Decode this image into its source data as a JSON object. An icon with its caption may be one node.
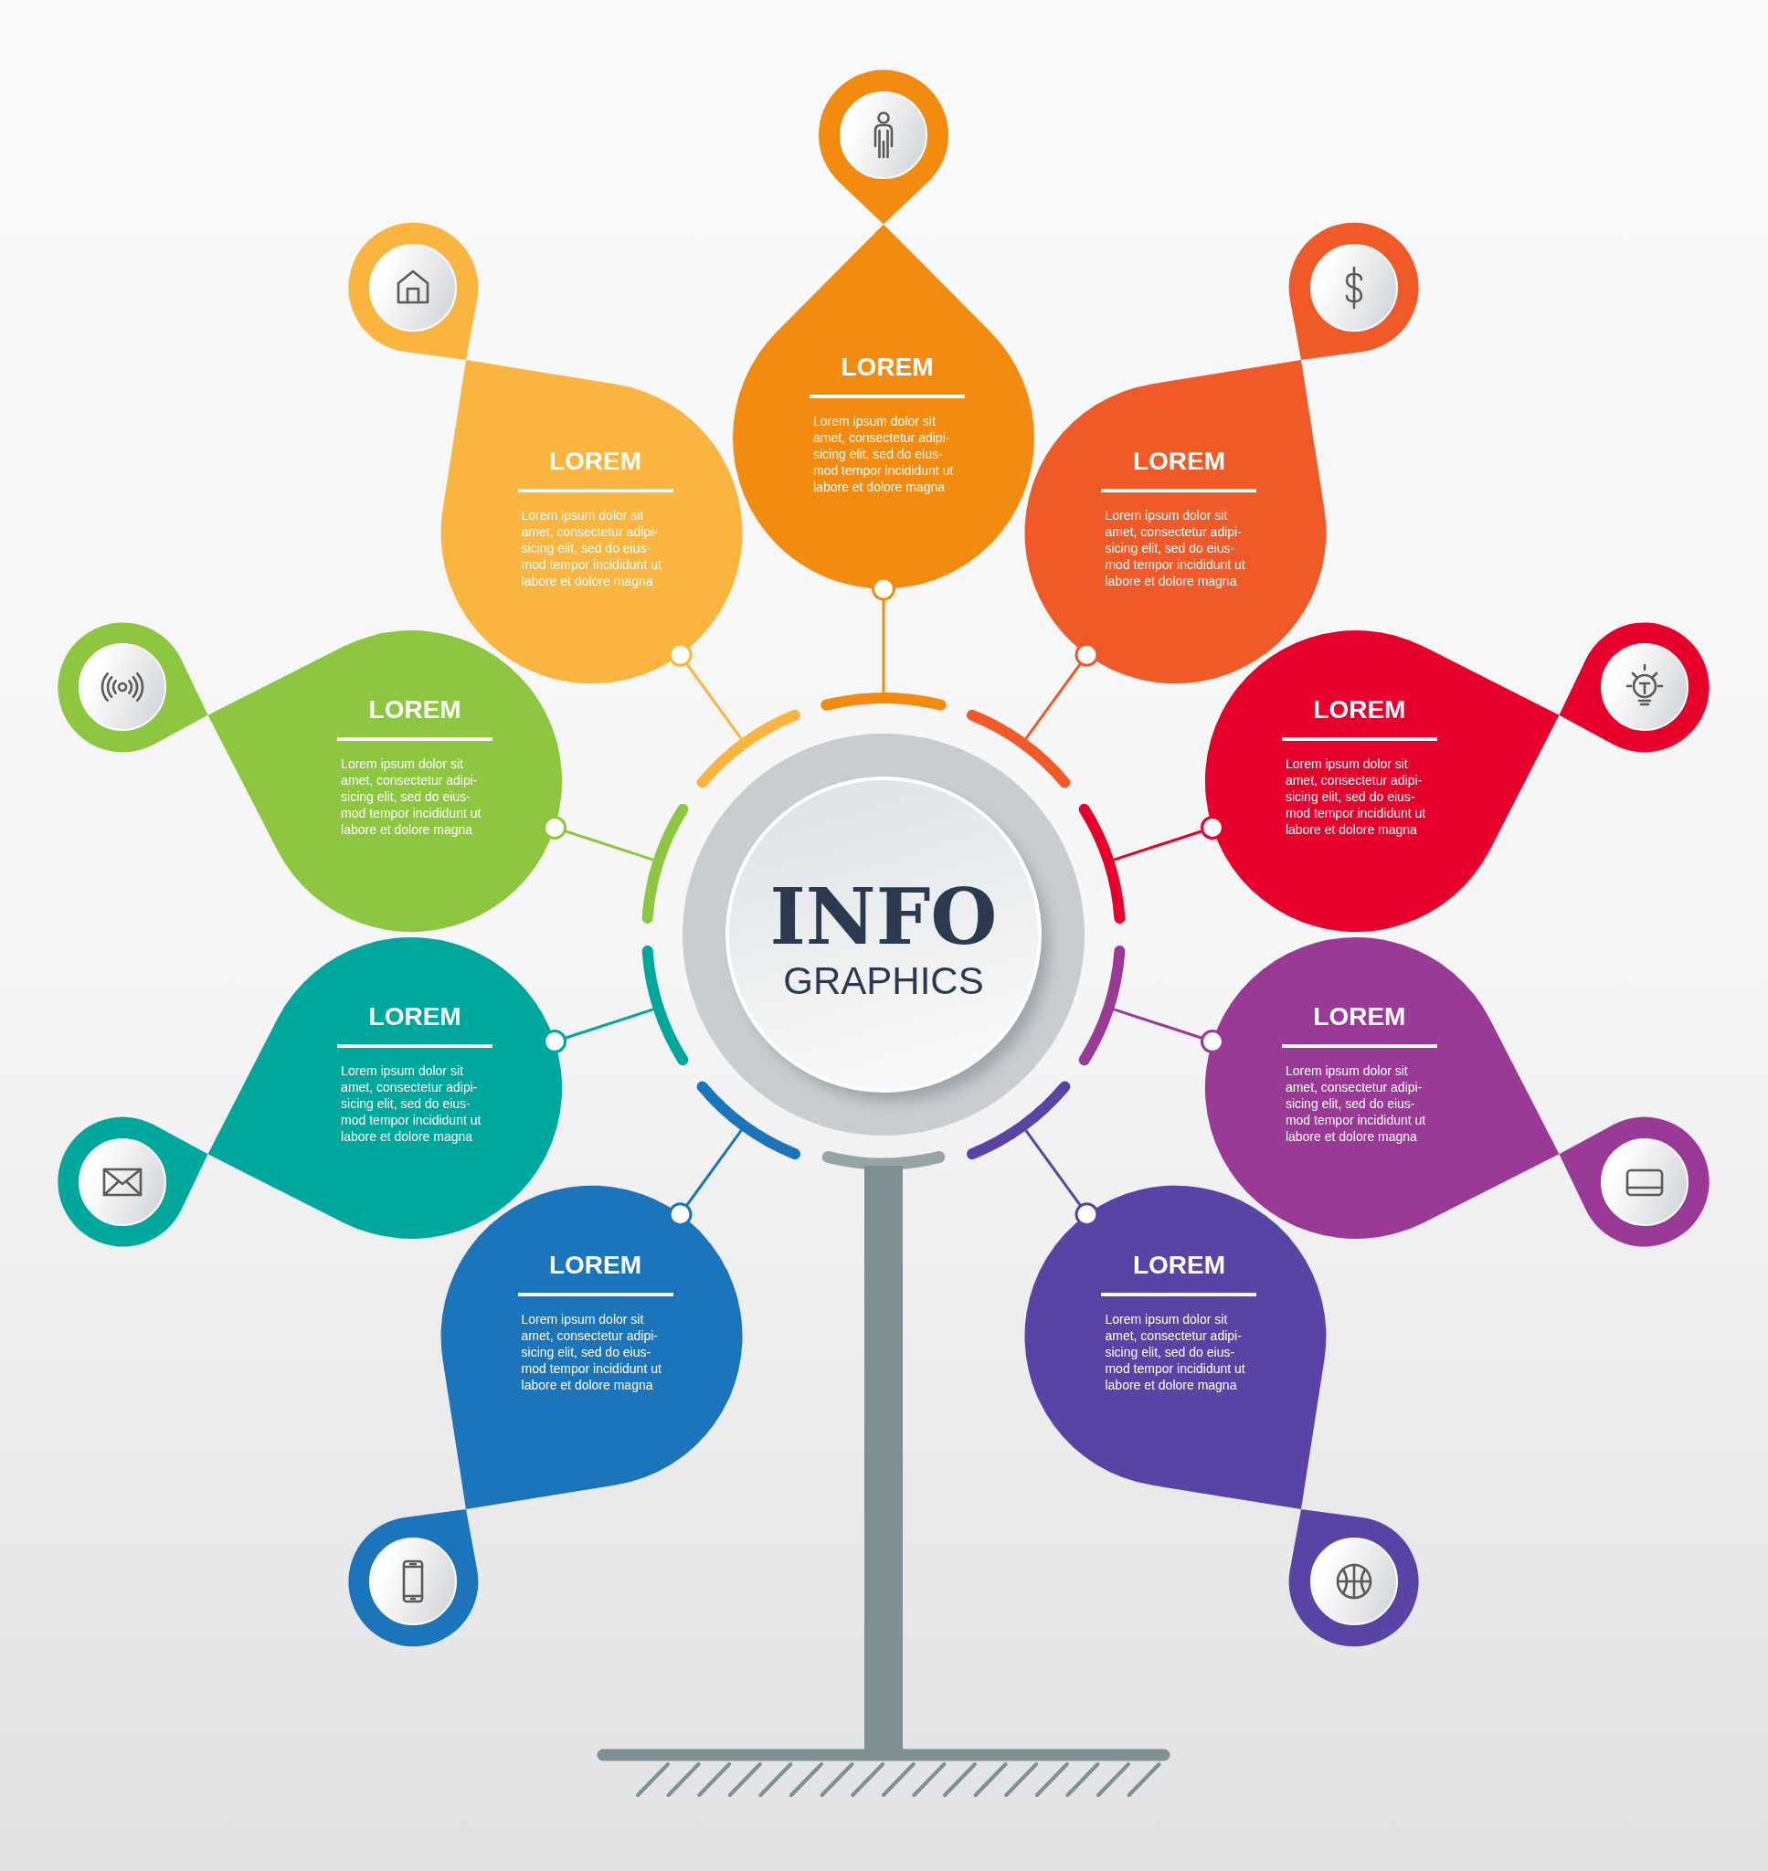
{
  "diagram": {
    "nodes": [
      {
        "text": [
          "INFO",
          "GRAPHICS"
        ]
      },
      {
        "text": [
          "LOREM",
          "Lorem ipsum dolor sit amet, consectetur adipi- sicing elit, sed do eius- mod tempor incididunt ut labore et dolore magna"
        ]
      },
      {
        "text": [
          "LOREM",
          "Lorem ipsum dolor sit amet, consectetur adipi- sicing elit, sed do eius- mod tempor incididunt ut labore et dolore magna"
        ]
      },
      {
        "text": [
          "LOREM",
          "Lorem ipsum dolor sit amet, consectetur adipi- sicing elit, sed do eius- mod tempor incididunt ut labore et dolore magna"
        ]
      },
      {
        "text": [
          "LOREM",
          "Lorem ipsum dolor sit amet, consectetur adipi- sicing elit, sed do eius- mod tempor incididunt ut labore et dolore magna"
        ]
      },
      {
        "text": [
          "LOREM",
          "Lorem ipsum dolor sit amet, consectetur adipi- sicing elit, sed do eius- mod tempor incididunt ut labore et dolore magna"
        ]
      },
      {
        "text": [
          "LOREM",
          "Lorem ipsum dolor sit amet, consectetur adipi- sicing elit, sed do eius- mod tempor incididunt ut labore et dolore magna"
        ]
      },
      {
        "text": [
          "LOREM",
          "Lorem ipsum dolor sit amet, consectetur adipi- sicing elit, sed do eius- mod tempor incididunt ut labore et dolore magna"
        ]
      },
      {
        "text": [
          "LOREM",
          "Lorem ipsum dolor sit amet, consectetur adipi- sicing elit, sed do eius- mod tempor incididunt ut labore et dolore magna"
        ]
      },
      {
        "text": [
          "LOREM",
          "Lorem ipsum dolor sit amet, consectetur adipi- sicing elit, sed do eius- mod tempor incididunt ut labore et dolore magna"
        ]
      }
    ],
    "edges": [
      {
        "from": 0,
        "to": 1,
        "arrow": "other",
        "color": "#f38b10"
      },
      {
        "from": 0,
        "to": 2,
        "arrow": "other",
        "color": "#f9b53f"
      },
      {
        "from": 0,
        "to": 3,
        "arrow": "other",
        "color": "#f05a28"
      },
      {
        "from": 0,
        "to": 4,
        "arrow": "other",
        "color": "#8dc63f"
      },
      {
        "from": 0,
        "to": 5,
        "arrow": "other",
        "color": "#e8002d"
      },
      {
        "from": 0,
        "to": 6,
        "arrow": "other",
        "color": "#00a79c"
      },
      {
        "from": 0,
        "to": 7,
        "arrow": "other",
        "color": "#9a3a96"
      },
      {
        "from": 0,
        "to": 8,
        "arrow": "other",
        "color": "#1c74bb"
      },
      {
        "from": 0,
        "to": 9,
        "arrow": "other",
        "color": "#5944a6"
      }
    ]
  }
}
